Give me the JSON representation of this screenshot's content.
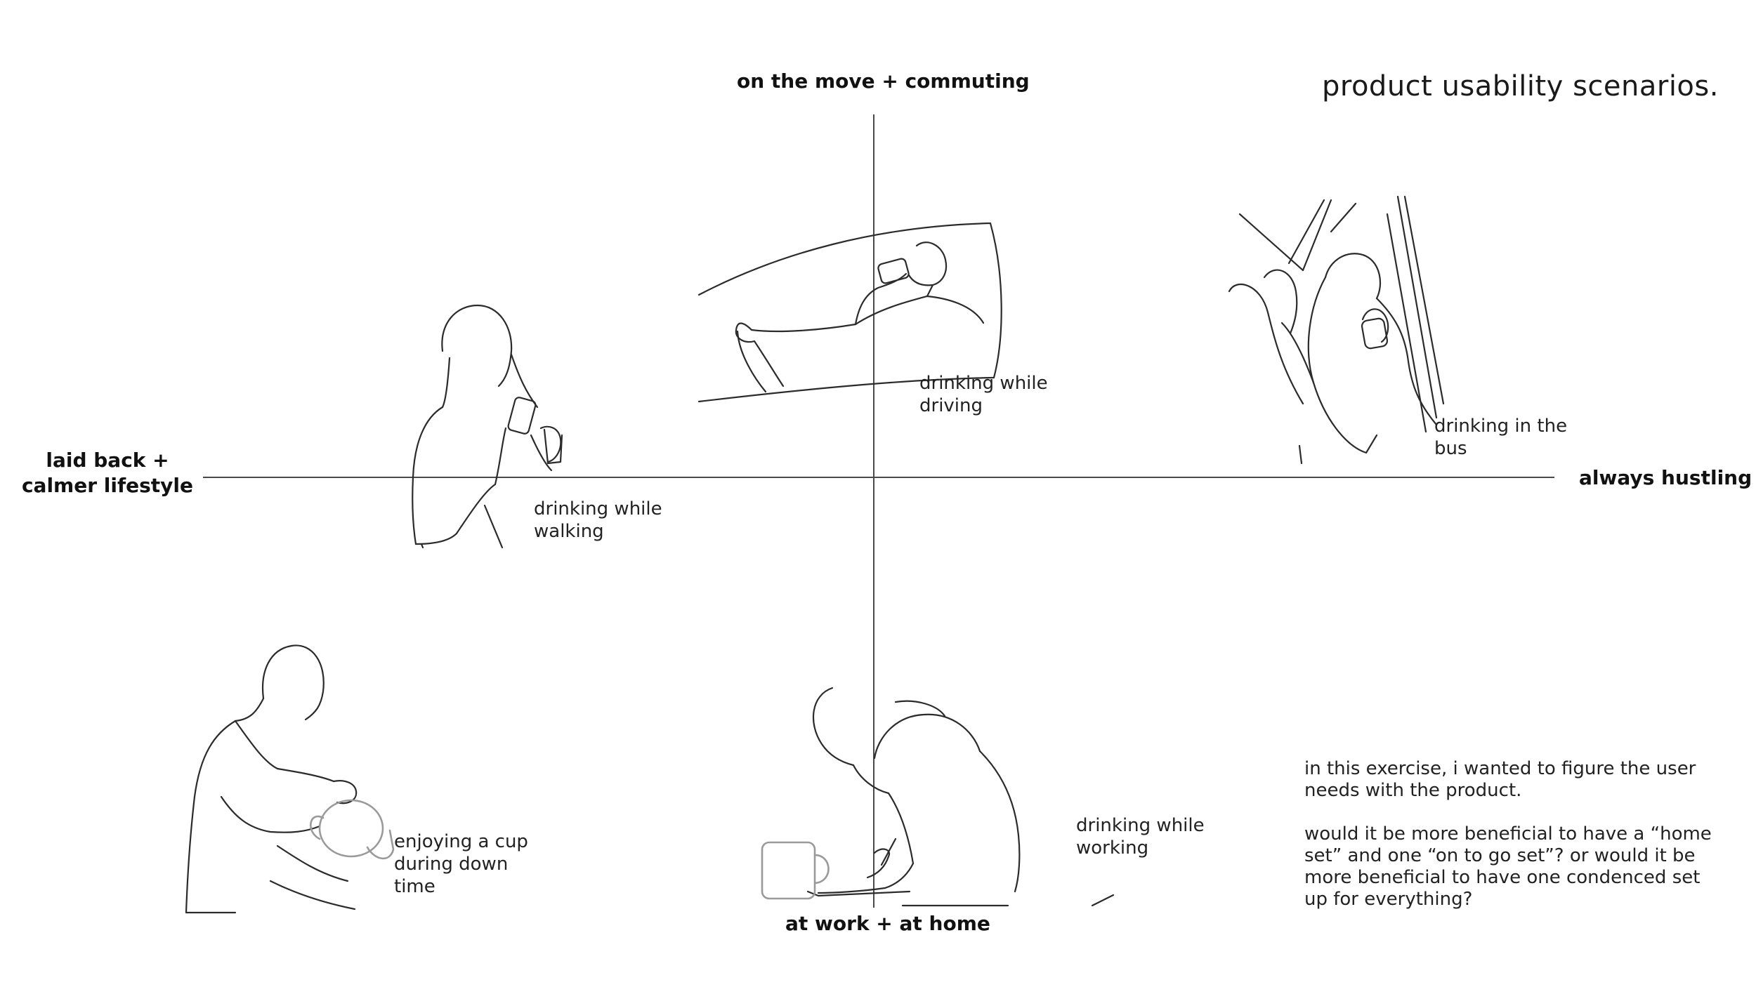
{
  "title": "product usability scenarios.",
  "axes": {
    "top": "on the move + commuting",
    "bottom": "at work + at home",
    "left": [
      "laid back +",
      "calmer lifestyle"
    ],
    "right": "always hustling"
  },
  "scenarios": {
    "driving": [
      "drinking while",
      "driving"
    ],
    "bus": [
      "drinking in the",
      "bus"
    ],
    "walking": [
      "drinking while",
      "walking"
    ],
    "cup": [
      "enjoying a cup",
      "during down",
      "time"
    ],
    "working": [
      "drinking while",
      "working"
    ]
  },
  "notes": [
    [
      "in this exercise, i wanted to figure the user",
      "needs with the product."
    ],
    [
      "would it be more beneficial to have a “home",
      "set” and one “on to go set”? or would it be",
      "more beneficial to have one condenced set",
      "up for everything?"
    ]
  ],
  "icons": [
    "driving-sketch-icon",
    "bus-sketch-icon",
    "walking-sketch-icon",
    "pouring-sketch-icon",
    "working-sketch-icon"
  ]
}
